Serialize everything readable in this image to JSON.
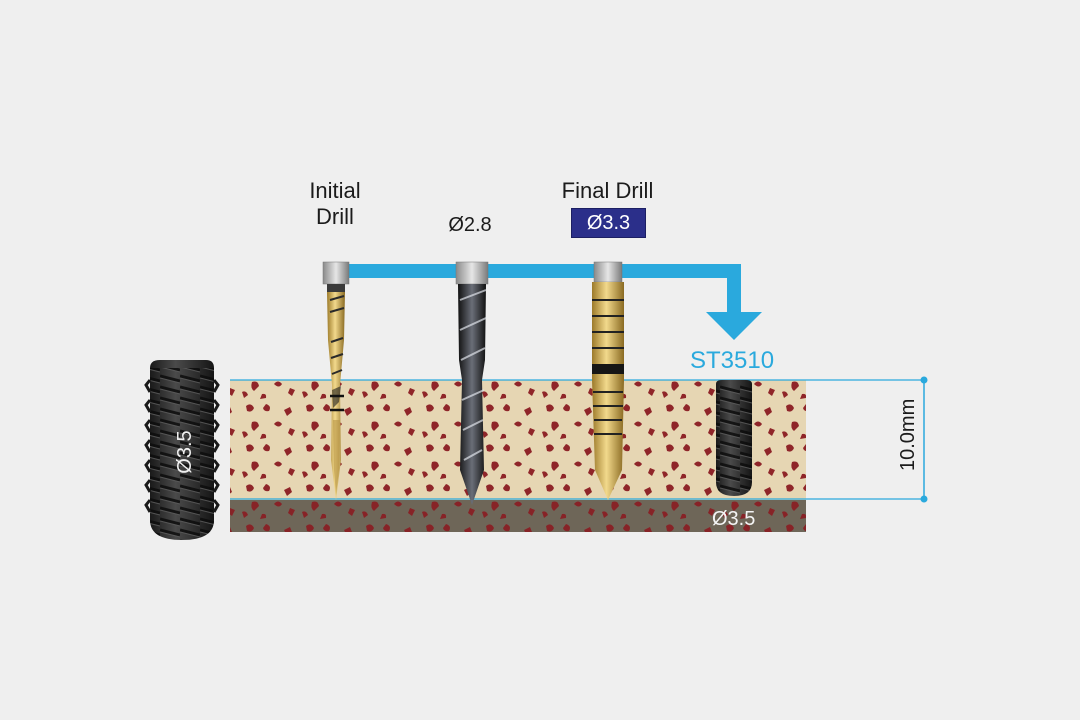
{
  "labels": {
    "initial_drill": "Initial\nDrill",
    "drill_28": "Ø2.8",
    "final_drill": "Final Drill",
    "final_drill_diameter": "Ø3.3",
    "implant_model": "ST3510",
    "depth": "10.0mm",
    "implant_diameter": "Ø3.5",
    "bottom_diameter": "Ø3.5"
  },
  "colors": {
    "background": "#efefef",
    "cyan_accent": "#2aa9dd",
    "badge_navy": "#2b2f8a",
    "bone_cancellous": "#e6d6b3",
    "bone_dark": "#6e6658",
    "bone_spots": "#8a1c22",
    "implant_dark": "#2a2a2a",
    "gold_drill": "#d8b55a"
  }
}
